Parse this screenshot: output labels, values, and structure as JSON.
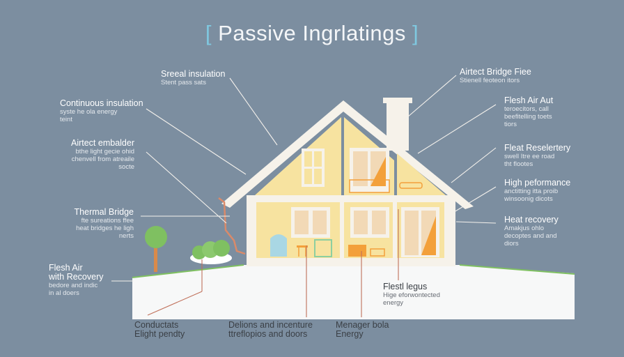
{
  "title": "Passive Ingrlatings",
  "bracket_left": "[",
  "bracket_right": "]",
  "colors": {
    "background": "#7c8ea0",
    "wall": "#f6f2ea",
    "interior": "#f7e3a0",
    "accent": "#f3a03a",
    "line": "#f4f1ec",
    "ground": "#f7f8f8",
    "grass": "#7fc061",
    "leader_bottom": "#c0705a"
  },
  "labels_left": [
    {
      "heading": "Sreeal insulation",
      "sub": "Stent pass sats"
    },
    {
      "heading": "Continuous insulation",
      "sub": "syste he ola energy\nteint"
    },
    {
      "heading": "Airtect embalder",
      "sub": "bthe light gecie ohid\nchenvell from atreaile\nsocte"
    },
    {
      "heading": "Thermal Bridge",
      "sub": "fte sureations ffee\nheat bridges he ligh\nnerts"
    },
    {
      "heading": "Flesh Air\nwith Recovery",
      "sub": "bedore and indic\nin al doers"
    }
  ],
  "labels_right": [
    {
      "heading": "Airtect Bridge Fiee",
      "sub": "Stienell feoteon itors"
    },
    {
      "heading": "Flesh Air Aut",
      "sub": "teroecitors, call\nbeefitelling toets\ntiors"
    },
    {
      "heading": "Fleat Reselertery",
      "sub": "swell Itre ee road\ntht flootes"
    },
    {
      "heading": "High peformance",
      "sub": "anctitting itta proib\nwinsoonig dicots"
    },
    {
      "heading": "Heat recovery",
      "sub": "Amakjus ohlo\ndecoptes and and\ndiors"
    }
  ],
  "labels_bottom": [
    {
      "heading": "Conductats",
      "sub": "Elight pendty"
    },
    {
      "heading": "Delions and incenture",
      "sub": "ttreflopios and doors"
    },
    {
      "heading": "Menager bola",
      "sub": "Energy"
    },
    {
      "heading": "Flestl legus",
      "sub": "Hige eforwontected\nenergy"
    }
  ]
}
